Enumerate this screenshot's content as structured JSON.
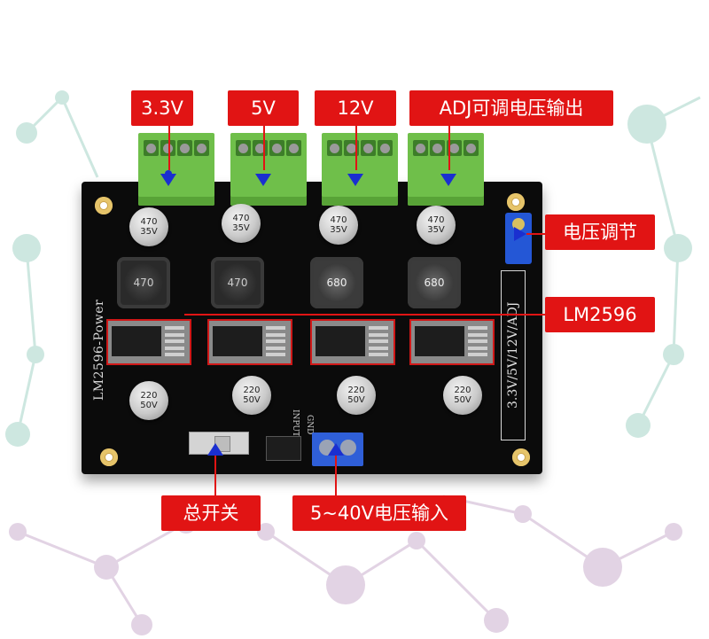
{
  "labels": {
    "out_33": "3.3V",
    "out_5": "5V",
    "out_12": "12V",
    "out_adj": "ADJ可调电压输出",
    "voltage_adjust": "电压调节",
    "chip": "LM2596",
    "main_switch": "总开关",
    "input": "5~40V电压输入"
  },
  "board": {
    "silkscreen_title": "LM2596-Power",
    "silkscreen_side": "3.3V/5V/12V/ADJ",
    "input_mark": "INPUT",
    "gnd_mark": "GND"
  },
  "capacitors_top": [
    {
      "text": "470\n35V"
    },
    {
      "text": "470\n35V"
    },
    {
      "text": "470\n35V"
    },
    {
      "text": "470\n35V"
    }
  ],
  "capacitors_bottom": [
    {
      "text": "220\n50V"
    },
    {
      "text": "220\n50V"
    },
    {
      "text": "220\n50V"
    },
    {
      "text": "220\n50V"
    }
  ],
  "inductors": [
    "470",
    "470",
    "680",
    "680"
  ],
  "colors": {
    "callout_red": "#e11414",
    "arrow_blue": "#1a2fd0",
    "terminal_green": "#6fbf4a",
    "board_black": "#0b0b0b"
  }
}
